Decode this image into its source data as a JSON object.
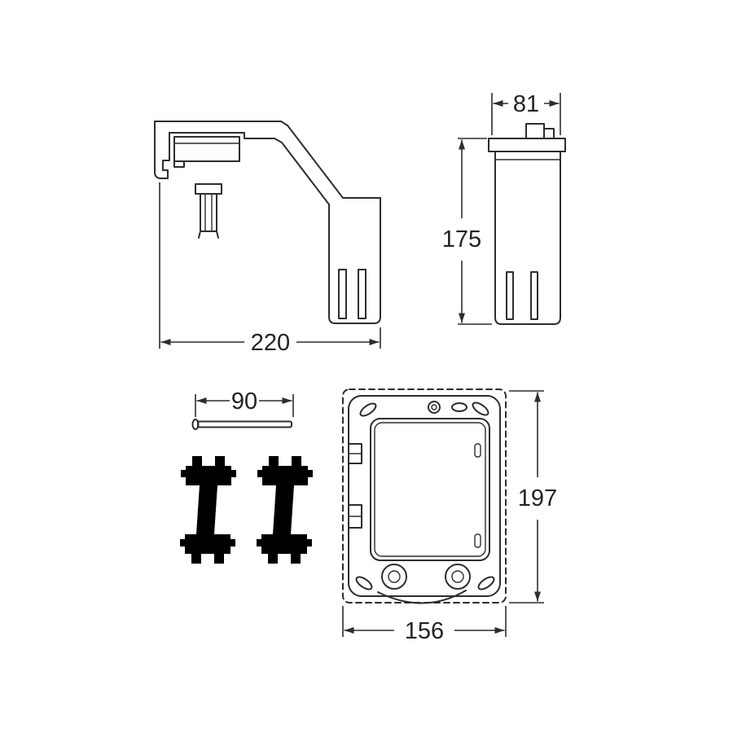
{
  "page": {
    "kind": "technical dimension drawing",
    "background_color": "#ffffff",
    "line_color": "#2d2d2d",
    "text_color": "#222222"
  },
  "dims": {
    "bracket_width": "220",
    "tank_top_width": "81",
    "tank_height": "175",
    "rod_length": "90",
    "frame_height": "197",
    "frame_width": "156"
  }
}
